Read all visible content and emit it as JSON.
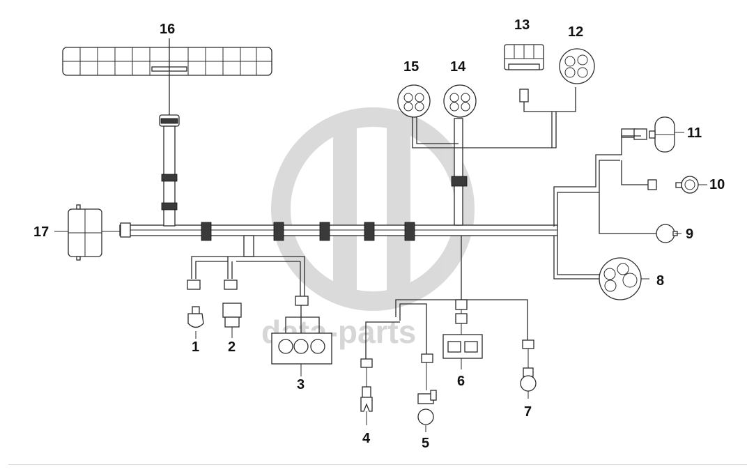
{
  "diagram": {
    "callouts": [
      "1",
      "2",
      "3",
      "4",
      "5",
      "6",
      "7",
      "8",
      "9",
      "10",
      "11",
      "12",
      "13",
      "14",
      "15",
      "16",
      "17"
    ],
    "watermark": "data-parts"
  }
}
